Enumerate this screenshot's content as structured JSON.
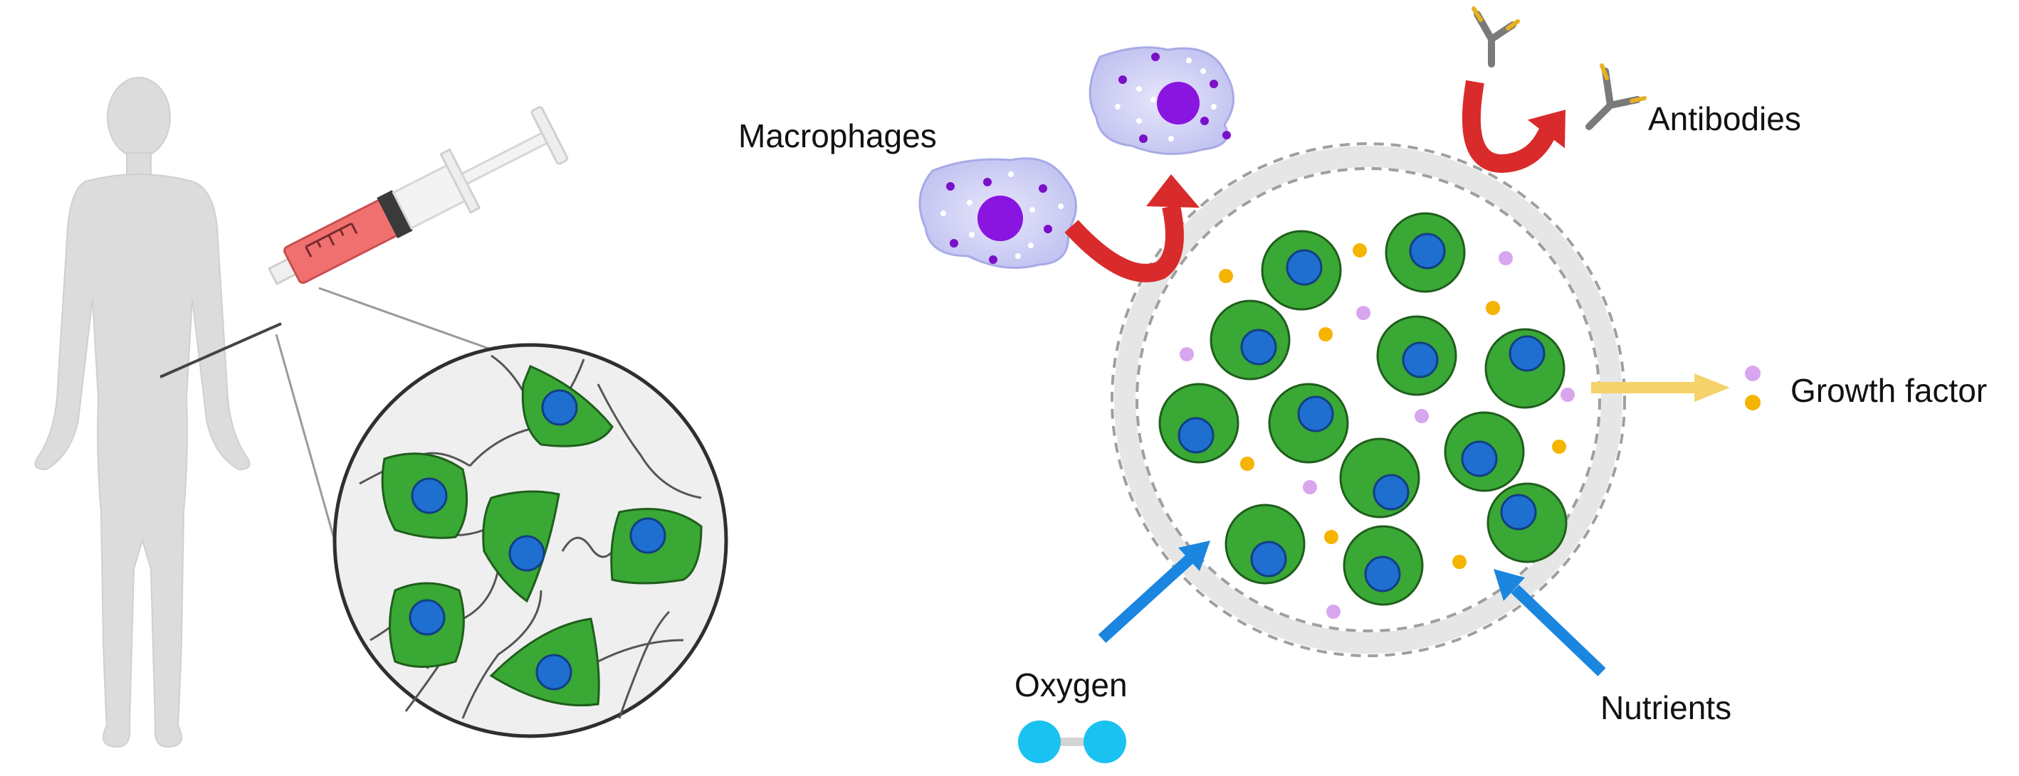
{
  "labels": {
    "macrophages": "Macrophages",
    "antibodies": "Antibodies",
    "growth_factor": "Growth factor",
    "oxygen": "Oxygen",
    "nutrients": "Nutrients"
  },
  "colors": {
    "cell_fill": "#3aa835",
    "cell_stroke": "#1f5e1c",
    "nucleus_fill": "#1e6fd0",
    "nucleus_stroke": "#123f85",
    "body_silhouette": "#d9d9d9",
    "syringe_fluid": "#f07070",
    "macrophage_body": "#cfd0f5",
    "macrophage_nucleus": "#8a14e0",
    "curved_arrow": "#d92b2b",
    "input_arrow": "#1a86e0",
    "growth_arrow": "#f5d36a",
    "dot_orange": "#f5b400",
    "dot_lilac": "#d8a6ee",
    "oxygen_atom": "#19c2f0",
    "antibody_grey": "#7a7a7a",
    "antibody_tip": "#e8b020",
    "capsule_ring": "#bdbdbd"
  },
  "icons": [
    "human-body-icon",
    "syringe-icon",
    "macrophage-icon",
    "antibody-icon",
    "oxygen-molecule-icon",
    "growth-factor-dot-icon"
  ]
}
